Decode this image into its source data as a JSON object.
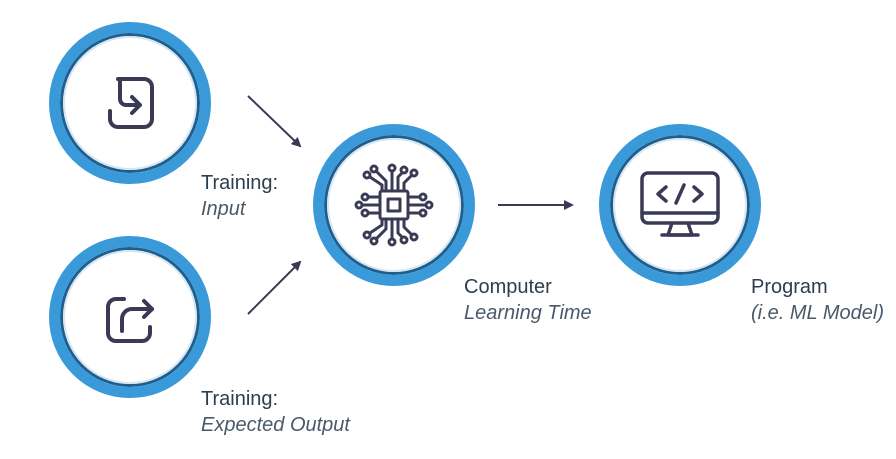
{
  "colors": {
    "ring": "#3a9ad9",
    "ring_edge": "#1f5f8f",
    "icon": "#3b3a55",
    "arrow": "#3b3a55",
    "text": "#2c3e50"
  },
  "nodes": {
    "input": {
      "icon": "enter-icon"
    },
    "output": {
      "icon": "share-icon"
    },
    "computer": {
      "icon": "chip-icon"
    },
    "program": {
      "icon": "code-monitor-icon"
    }
  },
  "labels": {
    "input": {
      "head": "Training:",
      "sub": "Input"
    },
    "output": {
      "head": "Training:",
      "sub": "Expected Output"
    },
    "computer": {
      "head": "Computer",
      "sub": "Learning Time"
    },
    "program": {
      "head": "Program",
      "sub": "(i.e. ML Model)"
    }
  }
}
